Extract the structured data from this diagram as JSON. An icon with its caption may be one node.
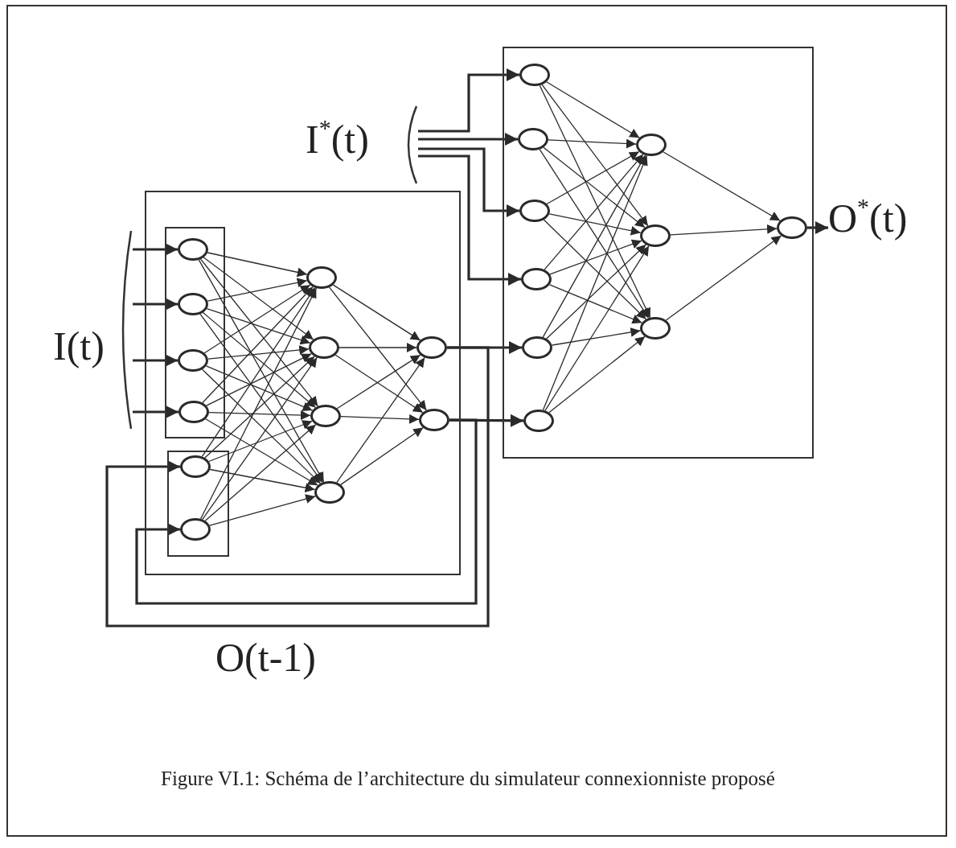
{
  "diagram": {
    "caption": "Figure VI.1: Schéma de l’architecture du simulateur connexionniste proposé",
    "nodes": [
      {
        "text": [],
        "shape": "box"
      },
      {
        "text": [],
        "shape": "circle",
        "in": 0
      },
      {
        "text": [],
        "shape": "circle",
        "in": 0
      },
      {
        "text": [],
        "shape": "circle",
        "in": 0
      },
      {
        "text": [],
        "shape": "circle",
        "in": 0
      },
      {
        "text": [],
        "shape": "circle",
        "in": 0
      },
      {
        "text": [],
        "shape": "circle",
        "in": 0
      },
      {
        "text": [],
        "shape": "circle",
        "in": 0
      },
      {
        "text": [],
        "shape": "circle",
        "in": 0
      },
      {
        "text": [],
        "shape": "circle",
        "in": 0
      },
      {
        "text": [],
        "shape": "circle",
        "in": 0
      },
      {
        "text": [
          "I$^{*}$(t)"
        ]
      },
      {
        "text": [
          "O$^{*}$(t)"
        ]
      },
      {
        "text": [],
        "shape": "box"
      },
      {
        "text": [],
        "shape": "box",
        "in": 13
      },
      {
        "text": [],
        "shape": "circle",
        "in": 14
      },
      {
        "text": [],
        "shape": "circle",
        "in": 14
      },
      {
        "text": [],
        "shape": "circle",
        "in": 14
      },
      {
        "text": [],
        "shape": "circle",
        "in": 14
      },
      {
        "text": [],
        "shape": "box",
        "in": 13
      },
      {
        "text": [],
        "shape": "circle",
        "in": 19
      },
      {
        "text": [],
        "shape": "circle",
        "in": 19
      },
      {
        "text": [],
        "shape": "circle",
        "in": 13
      },
      {
        "text": [],
        "shape": "circle",
        "in": 13
      },
      {
        "text": [],
        "shape": "circle",
        "in": 13
      },
      {
        "text": [],
        "shape": "circle",
        "in": 13
      },
      {
        "text": [],
        "shape": "circle",
        "in": 13
      },
      {
        "text": [],
        "shape": "circle",
        "in": 13
      },
      {
        "text": [
          "I(t)"
        ]
      }
    ],
    "edges": [
      {
        "from": 28,
        "to": 15,
        "arrow": "to",
        "style": "thick"
      },
      {
        "from": 28,
        "to": 16,
        "arrow": "to",
        "style": "thick"
      },
      {
        "from": 28,
        "to": 17,
        "arrow": "to",
        "style": "thick"
      },
      {
        "from": 28,
        "to": 18,
        "arrow": "to",
        "style": "thick"
      },
      {
        "from": 15,
        "to": 22,
        "arrow": "to"
      },
      {
        "from": 15,
        "to": 23,
        "arrow": "to"
      },
      {
        "from": 15,
        "to": 24,
        "arrow": "to"
      },
      {
        "from": 15,
        "to": 25,
        "arrow": "to"
      },
      {
        "from": 16,
        "to": 22,
        "arrow": "to"
      },
      {
        "from": 16,
        "to": 23,
        "arrow": "to"
      },
      {
        "from": 16,
        "to": 24,
        "arrow": "to"
      },
      {
        "from": 16,
        "to": 25,
        "arrow": "to"
      },
      {
        "from": 17,
        "to": 22,
        "arrow": "to"
      },
      {
        "from": 17,
        "to": 23,
        "arrow": "to"
      },
      {
        "from": 17,
        "to": 24,
        "arrow": "to"
      },
      {
        "from": 17,
        "to": 25,
        "arrow": "to"
      },
      {
        "from": 18,
        "to": 22,
        "arrow": "to"
      },
      {
        "from": 18,
        "to": 23,
        "arrow": "to"
      },
      {
        "from": 18,
        "to": 24,
        "arrow": "to"
      },
      {
        "from": 18,
        "to": 25,
        "arrow": "to"
      },
      {
        "from": 20,
        "to": 22,
        "arrow": "to"
      },
      {
        "from": 20,
        "to": 23,
        "arrow": "to"
      },
      {
        "from": 20,
        "to": 24,
        "arrow": "to"
      },
      {
        "from": 20,
        "to": 25,
        "arrow": "to"
      },
      {
        "from": 21,
        "to": 22,
        "arrow": "to"
      },
      {
        "from": 21,
        "to": 23,
        "arrow": "to"
      },
      {
        "from": 21,
        "to": 24,
        "arrow": "to"
      },
      {
        "from": 21,
        "to": 25,
        "arrow": "to"
      },
      {
        "from": 22,
        "to": 26,
        "arrow": "to"
      },
      {
        "from": 22,
        "to": 27,
        "arrow": "to"
      },
      {
        "from": 23,
        "to": 26,
        "arrow": "to"
      },
      {
        "from": 23,
        "to": 27,
        "arrow": "to"
      },
      {
        "from": 24,
        "to": 26,
        "arrow": "to"
      },
      {
        "from": 24,
        "to": 27,
        "arrow": "to"
      },
      {
        "from": 25,
        "to": 26,
        "arrow": "to"
      },
      {
        "from": 25,
        "to": 27,
        "arrow": "to"
      },
      {
        "from": 26,
        "to": 5,
        "arrow": "to",
        "style": "thick"
      },
      {
        "from": 27,
        "to": 6,
        "arrow": "to",
        "style": "thick"
      },
      {
        "from": 26,
        "to": 20,
        "arrow": "to",
        "style": "thick"
      },
      {
        "from": 27,
        "to": 21,
        "arrow": "to",
        "style": "thick"
      },
      {
        "from": 11,
        "to": 1,
        "arrow": "to",
        "style": "thick"
      },
      {
        "from": 11,
        "to": 2,
        "arrow": "to",
        "style": "thick"
      },
      {
        "from": 11,
        "to": 3,
        "arrow": "to",
        "style": "thick"
      },
      {
        "from": 11,
        "to": 4,
        "arrow": "to",
        "style": "thick"
      },
      {
        "from": 1,
        "to": 7,
        "arrow": "to"
      },
      {
        "from": 1,
        "to": 8,
        "arrow": "to"
      },
      {
        "from": 1,
        "to": 9,
        "arrow": "to"
      },
      {
        "from": 2,
        "to": 7,
        "arrow": "to"
      },
      {
        "from": 2,
        "to": 8,
        "arrow": "to"
      },
      {
        "from": 2,
        "to": 9,
        "arrow": "to"
      },
      {
        "from": 3,
        "to": 7,
        "arrow": "to"
      },
      {
        "from": 3,
        "to": 8,
        "arrow": "to"
      },
      {
        "from": 3,
        "to": 9,
        "arrow": "to"
      },
      {
        "from": 4,
        "to": 7,
        "arrow": "to"
      },
      {
        "from": 4,
        "to": 8,
        "arrow": "to"
      },
      {
        "from": 4,
        "to": 9,
        "arrow": "to"
      },
      {
        "from": 5,
        "to": 7,
        "arrow": "to"
      },
      {
        "from": 5,
        "to": 8,
        "arrow": "to"
      },
      {
        "from": 5,
        "to": 9,
        "arrow": "to"
      },
      {
        "from": 6,
        "to": 7,
        "arrow": "to"
      },
      {
        "from": 6,
        "to": 8,
        "arrow": "to"
      },
      {
        "from": 6,
        "to": 9,
        "arrow": "to"
      },
      {
        "from": 7,
        "to": 10,
        "arrow": "to"
      },
      {
        "from": 8,
        "to": 10,
        "arrow": "to"
      },
      {
        "from": 9,
        "to": 10,
        "arrow": "to"
      },
      {
        "from": 10,
        "to": 12,
        "arrow": "to",
        "style": "thick"
      }
    ],
    "labels": [
      "O(t-1)"
    ]
  }
}
